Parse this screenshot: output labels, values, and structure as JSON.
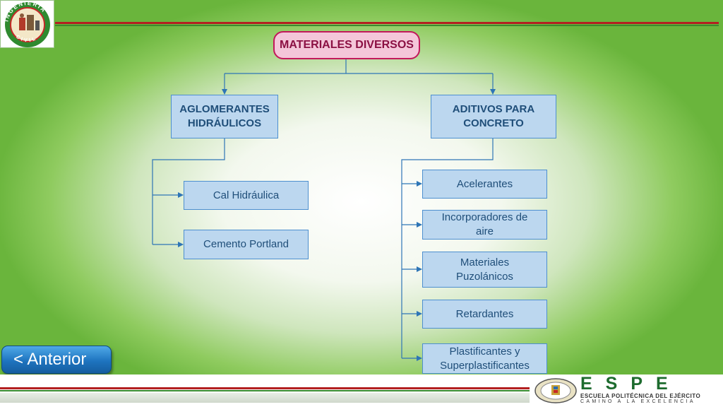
{
  "diagram": {
    "root": "MATERIALES DIVERSOS",
    "branches": [
      {
        "title": [
          "AGLOMERANTES",
          "HIDRÁULICOS"
        ],
        "children": [
          [
            "Cal Hidráulica"
          ],
          [
            "Cemento Portland"
          ]
        ]
      },
      {
        "title": [
          "ADITIVOS PARA",
          "CONCRETO"
        ],
        "children": [
          [
            "Acelerantes"
          ],
          [
            "Incorporadores de",
            "aire"
          ],
          [
            "Materiales",
            "Puzolánicos"
          ],
          [
            "Retardantes"
          ],
          [
            "Plastificantes y",
            "Superplastificantes"
          ]
        ]
      }
    ]
  },
  "nav": {
    "back_label": "< Anterior"
  },
  "logo": {
    "top_text": "INGENIERIA",
    "bottom_text": "CIVIL"
  },
  "footer": {
    "brand": "ESPE",
    "line1": "ESCUELA POLITÉCNICA DEL EJÉRCITO",
    "line2": "CAMINO A LA EXCELENCIA"
  },
  "colors": {
    "background_green": "#6ab53c",
    "root_fill": "#f4c6d9",
    "root_border": "#c2185b",
    "box_fill": "#bcd7ef",
    "box_border": "#4d8fcf",
    "text_blue": "#1f4e79",
    "line_red": "#b32020",
    "line_green": "#3b8a2e"
  }
}
